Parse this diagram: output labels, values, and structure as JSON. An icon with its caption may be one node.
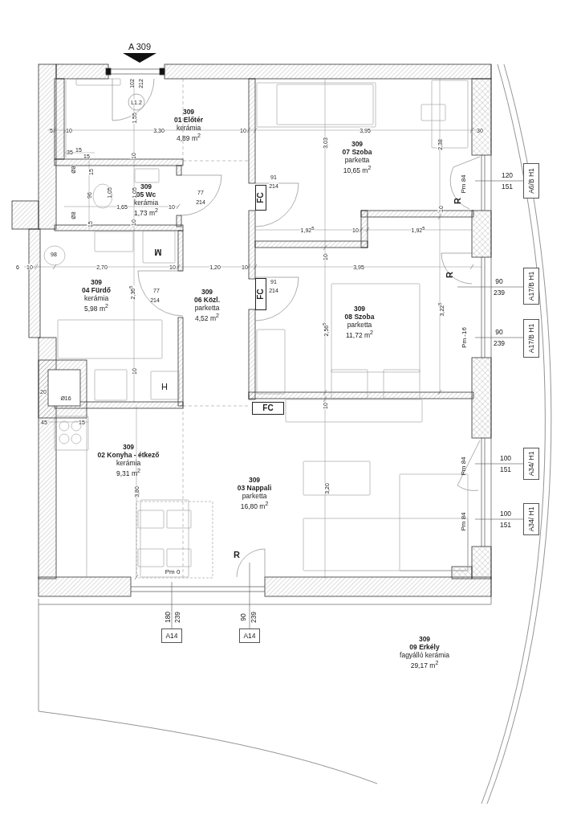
{
  "diagram": {
    "nodes": [
      {
        "text": [
          "309",
          "01 Előtér",
          "kerámia",
          "4,89 m$^{2}$"
        ]
      },
      {
        "text": [
          "309",
          "05 Wc",
          "kerámia",
          "1,73 m$^{2}$"
        ]
      },
      {
        "text": [
          "309",
          "07 Szoba",
          "parketta",
          "10,65 m$^{2}$"
        ]
      },
      {
        "text": [
          "309",
          "04 Fürdő",
          "kerámia",
          "5,98 m$^{2}$"
        ]
      },
      {
        "text": [
          "309",
          "06 Közl.",
          "parketta",
          "4,52 m$^{2}$"
        ]
      },
      {
        "text": [
          "309",
          "08 Szoba",
          "parketta",
          "11,72 m$^{2}$"
        ]
      },
      {
        "text": [
          "309",
          "02 Konyha - étkező",
          "kerámia",
          "9,31 m$^{2}$"
        ]
      },
      {
        "text": [
          "309",
          "03 Nappali",
          "parketta",
          "16,80 m$^{2}$"
        ]
      },
      {
        "text": [
          "309",
          "09 Erkély",
          "fagyálló kerámia",
          "29,17 m$^{2}$"
        ]
      },
      {
        "text": [
          "FC"
        ]
      },
      {
        "text": [
          "FC"
        ]
      },
      {
        "text": [
          "FC"
        ]
      },
      {
        "text": [
          "A6/B H1"
        ],
        "beside": [
          "120",
          "151"
        ]
      },
      {
        "text": [
          "A17/B H1"
        ],
        "beside": [
          "90",
          "239"
        ]
      },
      {
        "text": [
          "A17/B H1"
        ],
        "beside": [
          "90",
          "239"
        ]
      },
      {
        "text": [
          "A34/ H1"
        ],
        "beside": [
          "100",
          "151"
        ]
      },
      {
        "text": [
          "A34/ H1"
        ],
        "beside": [
          "100",
          "151"
        ]
      },
      {
        "text": [
          "A14"
        ],
        "beside": [
          "180",
          "239"
        ]
      },
      {
        "text": [
          "A14"
        ],
        "beside": [
          "90",
          "239"
        ]
      }
    ],
    "edges": [
      {
        "from": 12,
        "to": null,
        "arrow": "none"
      },
      {
        "from": 13,
        "to": null,
        "arrow": "none"
      },
      {
        "from": 14,
        "to": null,
        "arrow": "none"
      },
      {
        "from": 15,
        "to": null,
        "arrow": "none"
      },
      {
        "from": 16,
        "to": null,
        "arrow": "none"
      },
      {
        "from": 17,
        "to": null,
        "arrow": "none"
      },
      {
        "from": 18,
        "to": null,
        "arrow": "none"
      }
    ],
    "labels": [
      "A 309",
      "102",
      "212",
      "L1.2",
      "1,55",
      "5",
      "10",
      "3,30",
      "10",
      "3,95",
      "30",
      "35",
      "15",
      "15",
      "10",
      "3,03",
      "2,38",
      "Ø8",
      "15",
      "96",
      "1,05",
      "1,05",
      "77",
      "214",
      "91",
      "214",
      "Pm 84",
      "1,65",
      "10",
      "R",
      "Ø8",
      "15",
      "10",
      "10",
      "1,92$^{5}$",
      "10",
      "1,92$^{5}$",
      "98",
      "M",
      "6",
      "10",
      "2,70",
      "10",
      "1,20",
      "10",
      "10",
      "3,95",
      "R",
      "77",
      "214",
      "2,36$^{5}$",
      "91",
      "214",
      "2,56$^{5}$",
      "3,22$^{5}$",
      "Pm -16",
      "10",
      "H",
      "20",
      "Ø16",
      "10",
      "45",
      "15",
      "3,80",
      "3,20",
      "Pm 84",
      "Pm 84",
      "R",
      "Pm 0"
    ]
  }
}
